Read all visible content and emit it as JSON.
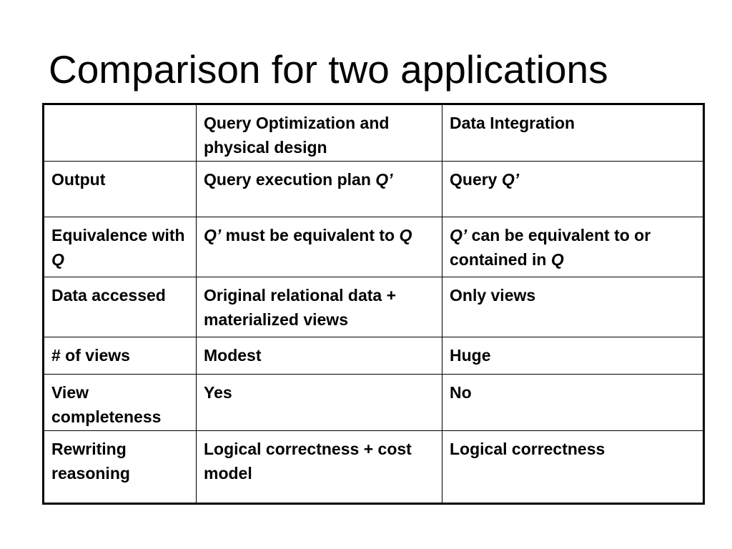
{
  "slide": {
    "title": "Comparison for two applications"
  },
  "table": {
    "header": {
      "corner": "",
      "col1": "Query Optimization and physical design",
      "col2": "Data Integration"
    },
    "rows": [
      {
        "label_a": "Output",
        "col1_a": "Query execution plan ",
        "col1_q": "Q’",
        "col2_a": "Query ",
        "col2_q": "Q’"
      },
      {
        "label_a": "Equivalence with ",
        "label_q": "Q",
        "col1_q": "Q’",
        "col1_a": " must be equivalent to ",
        "col1_q2": "Q",
        "col2_q": "Q’",
        "col2_a": " can be equivalent to or contained in ",
        "col2_q2": "Q"
      },
      {
        "label_a": "Data accessed",
        "col1_a": "Original relational data + materialized views",
        "col2_a": "Only views"
      },
      {
        "label_a": "# of views",
        "col1_a": "Modest",
        "col2_a": "Huge"
      },
      {
        "label_a": "View completeness",
        "col1_a": "Yes",
        "col2_a": "No"
      },
      {
        "label_a": "Rewriting reasoning",
        "col1_a": "Logical correctness + cost model",
        "col2_a": "Logical correctness"
      }
    ]
  }
}
